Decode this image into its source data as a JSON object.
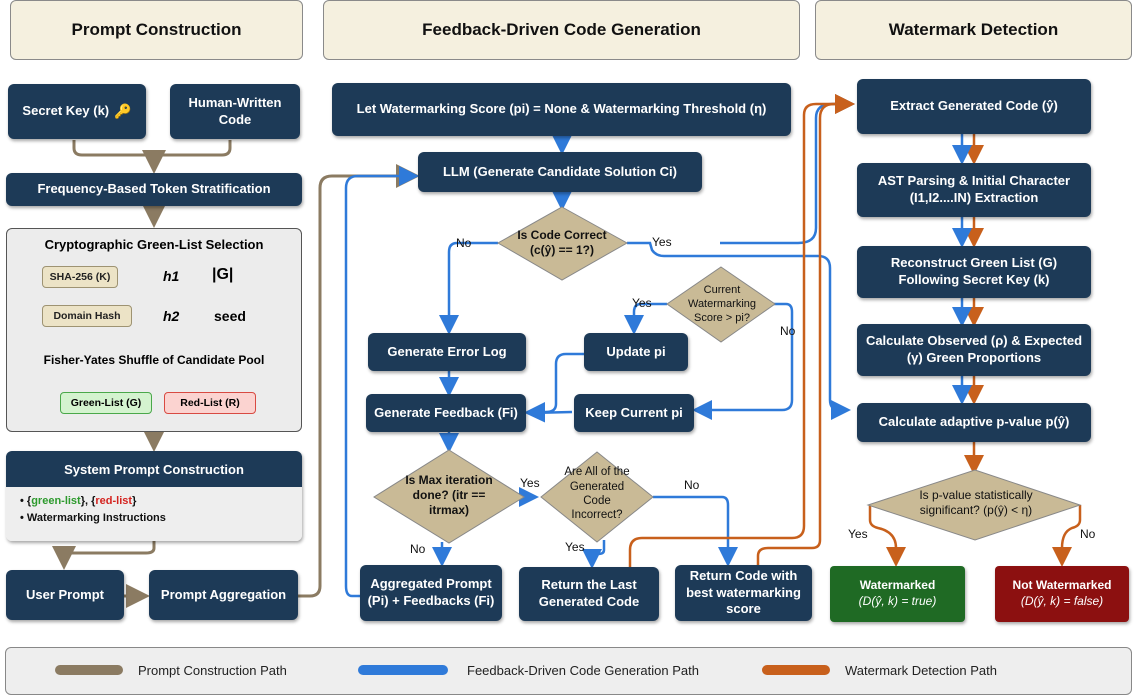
{
  "headers": {
    "prompt": "Prompt Construction",
    "feedback": "Feedback-Driven Code Generation",
    "detection": "Watermark Detection"
  },
  "prompt_column": {
    "secret_key": "Secret Key (k)",
    "human_code": "Human-Written Code",
    "freq_strat": "Frequency-Based Token Stratification",
    "crypto_title": "Cryptographic Green-List Selection",
    "sha": "SHA-256 (K)",
    "h1": "h1",
    "g": "|G|",
    "domain_hash": "Domain Hash",
    "h2": "h2",
    "seed": "seed",
    "shuffle": "Fisher-Yates Shuffle of Candidate Pool",
    "green_list": "Green-List (G)",
    "red_list": "Red-List (R)",
    "sys_prompt": "System Prompt Construction",
    "sys_item1_open": "{",
    "sys_item1_green": "green-list",
    "sys_item1_mid": "}, {",
    "sys_item1_red": "red-list",
    "sys_item1_close": "}",
    "sys_item2": "Watermarking Instructions",
    "user_prompt": "User Prompt",
    "prompt_agg": "Prompt Aggregation"
  },
  "feedback_column": {
    "init": "Let Watermarking Score (pi) = None & Watermarking Threshold (η)",
    "llm": "LLM (Generate Candidate Solution Ci)",
    "d1": "Is Code Correct (c(ŷ) == 1?)",
    "d1_no": "No",
    "d1_yes": "Yes",
    "d2": "Current Watermarking Score > pi?",
    "d2_yes": "Yes",
    "d2_no": "No",
    "err_log": "Generate Error Log",
    "update": "Update pi",
    "gen_feedback": "Generate Feedback (Fi)",
    "keep": "Keep Current pi",
    "d3": "Is Max iteration done? (itr == itrmax)",
    "d3_yes": "Yes",
    "d3_no": "No",
    "d4": "Are All of the Generated Code Incorrect?",
    "d4_no": "No",
    "d4_yes": "Yes",
    "agg_prompt": "Aggregated Prompt (Pi) + Feedbacks (Fi)",
    "return_last": "Return the Last Generated Code",
    "return_best": "Return Code with best watermarking score"
  },
  "detection_column": {
    "extract": "Extract Generated Code (ŷ)",
    "ast": "AST Parsing & Initial Character (I1,I2....IN) Extraction",
    "reconstruct": "Reconstruct Green List (G) Following Secret Key (k)",
    "observed": "Calculate Observed (ρ) & Expected (γ) Green Proportions",
    "pvalue": "Calculate adaptive p-value p(ŷ)",
    "d5": "Is p-value statistically significant? (p(ŷ) < η)",
    "d5_yes": "Yes",
    "d5_no": "No",
    "wm_title": "Watermarked",
    "wm_sub": "(D(ŷ, k) = true)",
    "nwm_title": "Not Watermarked",
    "nwm_sub": "(D(ŷ, k) = false)"
  },
  "legend": {
    "prompt_path": "Prompt Construction Path",
    "feedback_path": "Feedback-Driven Code Generation Path",
    "detection_path": "Watermark Detection Path"
  },
  "colors": {
    "navy": "#1d3a57",
    "tan_arrow": "#8b7b62",
    "blue_arrow": "#2f7ad9",
    "orange_arrow": "#c8601c",
    "watermarked": "#1f6a24",
    "not_watermarked": "#8c1010",
    "diamond": "#c9ba96"
  },
  "icons": {
    "key": "key-icon"
  }
}
